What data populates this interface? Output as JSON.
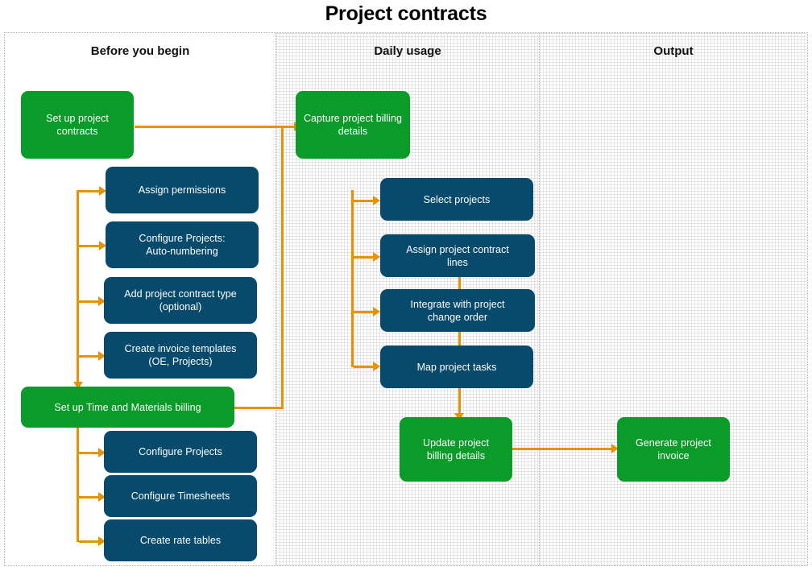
{
  "title": "Project contracts",
  "colors": {
    "green": "#0a9b28",
    "blue": "#084a6b",
    "connector": "#e59400",
    "lane_border": "#b4b4b4",
    "background": "#ffffff"
  },
  "lanes": [
    {
      "id": "before-you-begin",
      "label": "Before you begin",
      "hatched": false
    },
    {
      "id": "daily-usage",
      "label": "Daily usage",
      "hatched": true
    },
    {
      "id": "output",
      "label": "Output",
      "hatched": true
    }
  ],
  "chart_data": {
    "type": "diagram",
    "subtype": "swimlane-flowchart",
    "title": "Project contracts",
    "lanes": [
      "Before you begin",
      "Daily usage",
      "Output"
    ],
    "nodes": [
      {
        "id": "n1",
        "lane": "Before you begin",
        "kind": "primary",
        "label": "Set up project contracts"
      },
      {
        "id": "n2",
        "lane": "Before you begin",
        "kind": "secondary",
        "label": "Assign permissions"
      },
      {
        "id": "n3",
        "lane": "Before you begin",
        "kind": "secondary",
        "label": "Configure Projects: Auto-numbering"
      },
      {
        "id": "n4",
        "lane": "Before you begin",
        "kind": "secondary",
        "label": "Add project contract type (optional)"
      },
      {
        "id": "n5",
        "lane": "Before you begin",
        "kind": "secondary",
        "label": "Create invoice templates (OE, Projects)"
      },
      {
        "id": "n6",
        "lane": "Before you begin",
        "kind": "primary",
        "label": "Set up Time and Materials billing"
      },
      {
        "id": "n7",
        "lane": "Before you begin",
        "kind": "secondary",
        "label": "Configure Projects"
      },
      {
        "id": "n8",
        "lane": "Before you begin",
        "kind": "secondary",
        "label": "Configure Timesheets"
      },
      {
        "id": "n9",
        "lane": "Before you begin",
        "kind": "secondary",
        "label": "Create rate tables"
      },
      {
        "id": "n10",
        "lane": "Daily usage",
        "kind": "primary",
        "label": "Capture project billing details"
      },
      {
        "id": "n11",
        "lane": "Daily usage",
        "kind": "secondary",
        "label": "Select projects"
      },
      {
        "id": "n12",
        "lane": "Daily usage",
        "kind": "secondary",
        "label": "Assign project contract lines"
      },
      {
        "id": "n13",
        "lane": "Daily usage",
        "kind": "secondary",
        "label": "Integrate with project change order"
      },
      {
        "id": "n14",
        "lane": "Daily usage",
        "kind": "secondary",
        "label": "Map project tasks"
      },
      {
        "id": "n15",
        "lane": "Daily usage",
        "kind": "primary",
        "label": "Update project billing details"
      },
      {
        "id": "n16",
        "lane": "Output",
        "kind": "primary",
        "label": "Generate project invoice"
      }
    ],
    "edges": [
      {
        "from": "n1",
        "to": "n2"
      },
      {
        "from": "n1",
        "to": "n3"
      },
      {
        "from": "n1",
        "to": "n4"
      },
      {
        "from": "n1",
        "to": "n5"
      },
      {
        "from": "n1",
        "to": "n6"
      },
      {
        "from": "n1",
        "to": "n10"
      },
      {
        "from": "n6",
        "to": "n7"
      },
      {
        "from": "n6",
        "to": "n8"
      },
      {
        "from": "n6",
        "to": "n9"
      },
      {
        "from": "n6",
        "to": "n10"
      },
      {
        "from": "n10",
        "to": "n11"
      },
      {
        "from": "n10",
        "to": "n12"
      },
      {
        "from": "n10",
        "to": "n13"
      },
      {
        "from": "n10",
        "to": "n14"
      },
      {
        "from": "n12",
        "to": "n13"
      },
      {
        "from": "n13",
        "to": "n14"
      },
      {
        "from": "n14",
        "to": "n15"
      },
      {
        "from": "n15",
        "to": "n16"
      }
    ]
  },
  "nodes": {
    "n1": {
      "label": "Set up project contracts"
    },
    "n2": {
      "label": "Assign permissions"
    },
    "n3": {
      "line1": "Configure Projects:",
      "line2": "Auto-numbering"
    },
    "n4": {
      "line1": "Add project contract type",
      "line2": "(optional)"
    },
    "n5": {
      "line1": "Create invoice templates",
      "line2": "(OE, Projects)"
    },
    "n6": {
      "label": "Set up Time and Materials billing"
    },
    "n7": {
      "label": "Configure Projects"
    },
    "n8": {
      "label": "Configure Timesheets"
    },
    "n9": {
      "label": "Create rate tables"
    },
    "n10": {
      "label": "Capture project billing details"
    },
    "n11": {
      "label": "Select projects"
    },
    "n12": {
      "line1": "Assign project contract",
      "line2": "lines"
    },
    "n13": {
      "line1": "Integrate with project",
      "line2": "change order"
    },
    "n14": {
      "label": "Map project tasks"
    },
    "n15": {
      "line1": "Update project",
      "line2": "billing details"
    },
    "n16": {
      "line1": "Generate project",
      "line2": "invoice"
    }
  }
}
